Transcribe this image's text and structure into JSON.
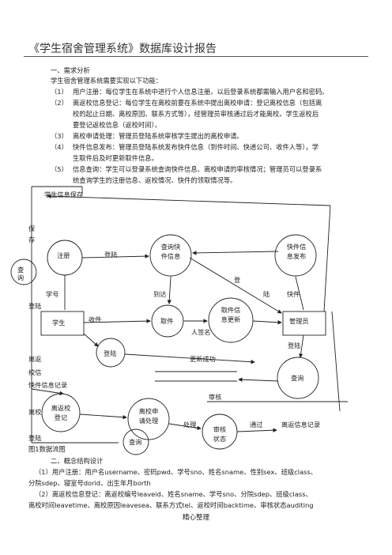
{
  "title": "《学生宿舍管理系统》数据库设计报告",
  "section1": {
    "heading": "一、需求分析",
    "intro": "学生宿舍管理系统需要实现以下功能：",
    "items": [
      {
        "num": "（1）",
        "lines": [
          "用户注册：每位学生在系统中进行个人信息注册。以后登录系统都需输入用户名和密码。"
        ]
      },
      {
        "num": "（2）",
        "lines": [
          "离返校信息登记：每位学生在离校前要在系统中提出离校申请：登记离校信息（包括离",
          "校的起止日期、离校原因、联系方式等），经管理员审核通过后才能离校。学生返校后",
          "要登记返校信息（返校时间）。"
        ]
      },
      {
        "num": "（3）",
        "lines": [
          "离校申请处理：管理员登陆系统审核学生提出的离校申请。"
        ]
      },
      {
        "num": "（4）",
        "lines": [
          "快件信息发布：管理员登陆系统发布快件信息（到件时间、快递公司、收件人等），学",
          "生取件后及时更新取件信息。"
        ]
      },
      {
        "num": "（5）",
        "lines": [
          "信息查询：学生可以登录系统查询快件信息、离校申请的审核情况；管理员可以登录系",
          "统查询学生的注册信息、返校情况、快件的领取情况等。"
        ]
      }
    ]
  },
  "diagram": {
    "nodes": {
      "register": "注册",
      "query_express": "查询快件信息",
      "express_info": "快件信息发布",
      "query_left": "查询",
      "student": "学生",
      "pickup": "取件",
      "pickup_update": "取件信息更新",
      "admin": "管理员",
      "login_mid": "登陆",
      "query_right": "查询",
      "leave_return": "离返校登记",
      "leave_apply": "离校申请处理",
      "review_status": "审核状态",
      "query_bottom": "查询"
    },
    "labels": {
      "save_info": "学生信息保存",
      "baocun": "保存",
      "denglu_top": "登陆",
      "xuehao": "学号",
      "daoda": "到达",
      "deng": "登",
      "lu": "陆",
      "kuaijian": "快件",
      "denglu_left": "登陆",
      "shoujian": "收件",
      "rengqianming": "人签名",
      "denglu_admin": "登陆",
      "gengxin": "更新成功",
      "lifanxiao_a": "离返",
      "lifanxiao_b": "校信",
      "kuaijianjilu": "快件信息记录",
      "shenhe": "审核",
      "lixiao": "离校",
      "denglu_bottom": "登陆",
      "chuli": "处理",
      "tongguo": "通过",
      "record_out": "离返信息记录"
    },
    "caption": "图1数据流图"
  },
  "section2": {
    "heading": "二、概念结构设计",
    "lines": [
      "（1）用户注册：用户名username、密码pwd、学号sno、姓名sname、性别sex、班级class、",
      "分院sdep、寝室号dorid、出生年月borth",
      "（2）离返校信息登记：离返校编号leaveid、姓名sname、学号sno、分院sdep、班级class、",
      "离校时间leavetime、离校原因leavesea、联系方式tel、返校时间backtime、审核状态auditing"
    ]
  },
  "footer": "精心整理"
}
